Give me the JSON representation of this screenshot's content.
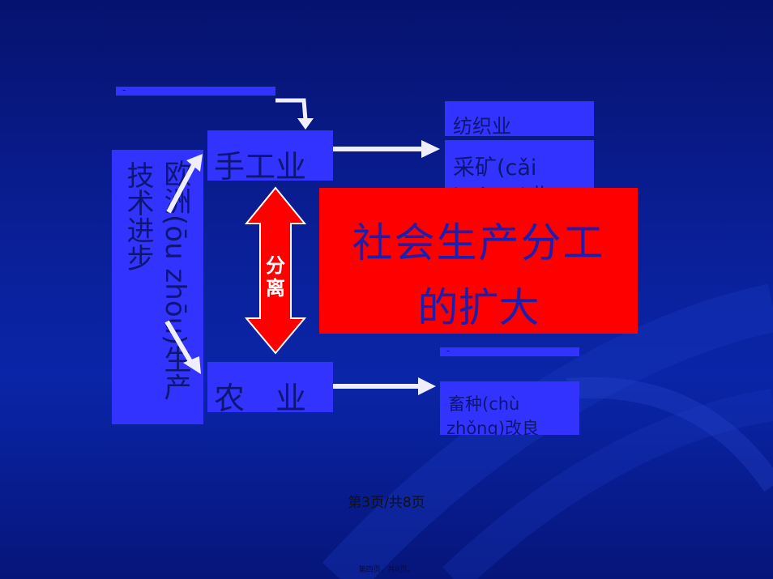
{
  "slide": {
    "colors": {
      "background": "#0a1f96",
      "box": "#3333ff",
      "box_text": "#0d1670",
      "highlight": "#ff0000",
      "highlight_text": "#1b1fb0",
      "arrow": "#eeeeff"
    },
    "top_bar": {
      "label": "-"
    },
    "left_column": {
      "col_a": "技术进步",
      "col_b": "欧洲(ōu zhōu)生产"
    },
    "handicraft_box": {
      "label": "手工业"
    },
    "agriculture_box": {
      "label": "农　业"
    },
    "textile_box": {
      "label": "纺织业"
    },
    "mining_box": {
      "label": "采矿(cǎi",
      "label_cut": "kuàng)业"
    },
    "right_bar": {
      "label": "-"
    },
    "breeding_box": {
      "label": "畜种(chù",
      "label_cut": "zhǒng)改良"
    },
    "split_arrow": {
      "label": "分离"
    },
    "highlight": {
      "line1": "社会生产分工",
      "line2": "的扩大"
    },
    "page_number": "第3页/共8页",
    "footer": "第四页，共8页。"
  }
}
